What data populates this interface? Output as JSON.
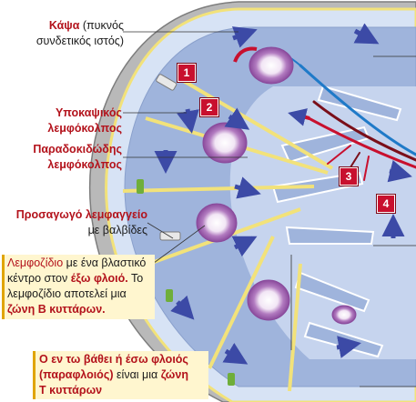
{
  "labels": {
    "capsule_term": "Κάψα",
    "capsule_desc_1": "(πυκνός",
    "capsule_desc_2": "συνδετικός ιστός)",
    "subcapsular_1": "Υποκαψικός",
    "subcapsular_2": "λεμφόκολπος",
    "trabecular_1": "Παραδοκιδώδης",
    "trabecular_2": "λεμφόκολπος",
    "afferent_term": "Προσαγωγό λεμφαγγείο",
    "afferent_desc": "με βαλβίδες",
    "follicle_term": "Λεμφοζίδιο",
    "follicle_t1": "με ένα βλαστικό",
    "follicle_t2": "κέντρο στον",
    "follicle_t3": "έξω φλοιό.",
    "follicle_t4": "Το",
    "follicle_t5": "λεμφοζίδιο αποτελεί μια",
    "follicle_t6": "ζώνη",
    "follicle_t7": "Β κυττάρων.",
    "para_l1_a": "Ο εν τω βάθει ή έσω φλοιός",
    "para_l2_a": "(παραφλοιός)",
    "para_l2_b": "είναι μια",
    "para_l2_c": "ζώνη",
    "para_l3": "Τ κυττάρων"
  },
  "markers": [
    "1",
    "2",
    "3",
    "4"
  ],
  "colors": {
    "accent_red": "#c8102e",
    "text_red": "#b3121b",
    "cortex_blue": "#9fb4dc",
    "sinus_blue": "#d7e3f5",
    "capsule_gray": "#b9b9b9",
    "trabecula_yellow": "#f2e27a",
    "follicle_purple": "#9a5aa8",
    "arrow_blue": "#3c4aa6",
    "note_background": "#fff6cf"
  },
  "icons": [
    "flow-arrow-icon",
    "artery-icon",
    "vein-icon",
    "valve-icon"
  ]
}
